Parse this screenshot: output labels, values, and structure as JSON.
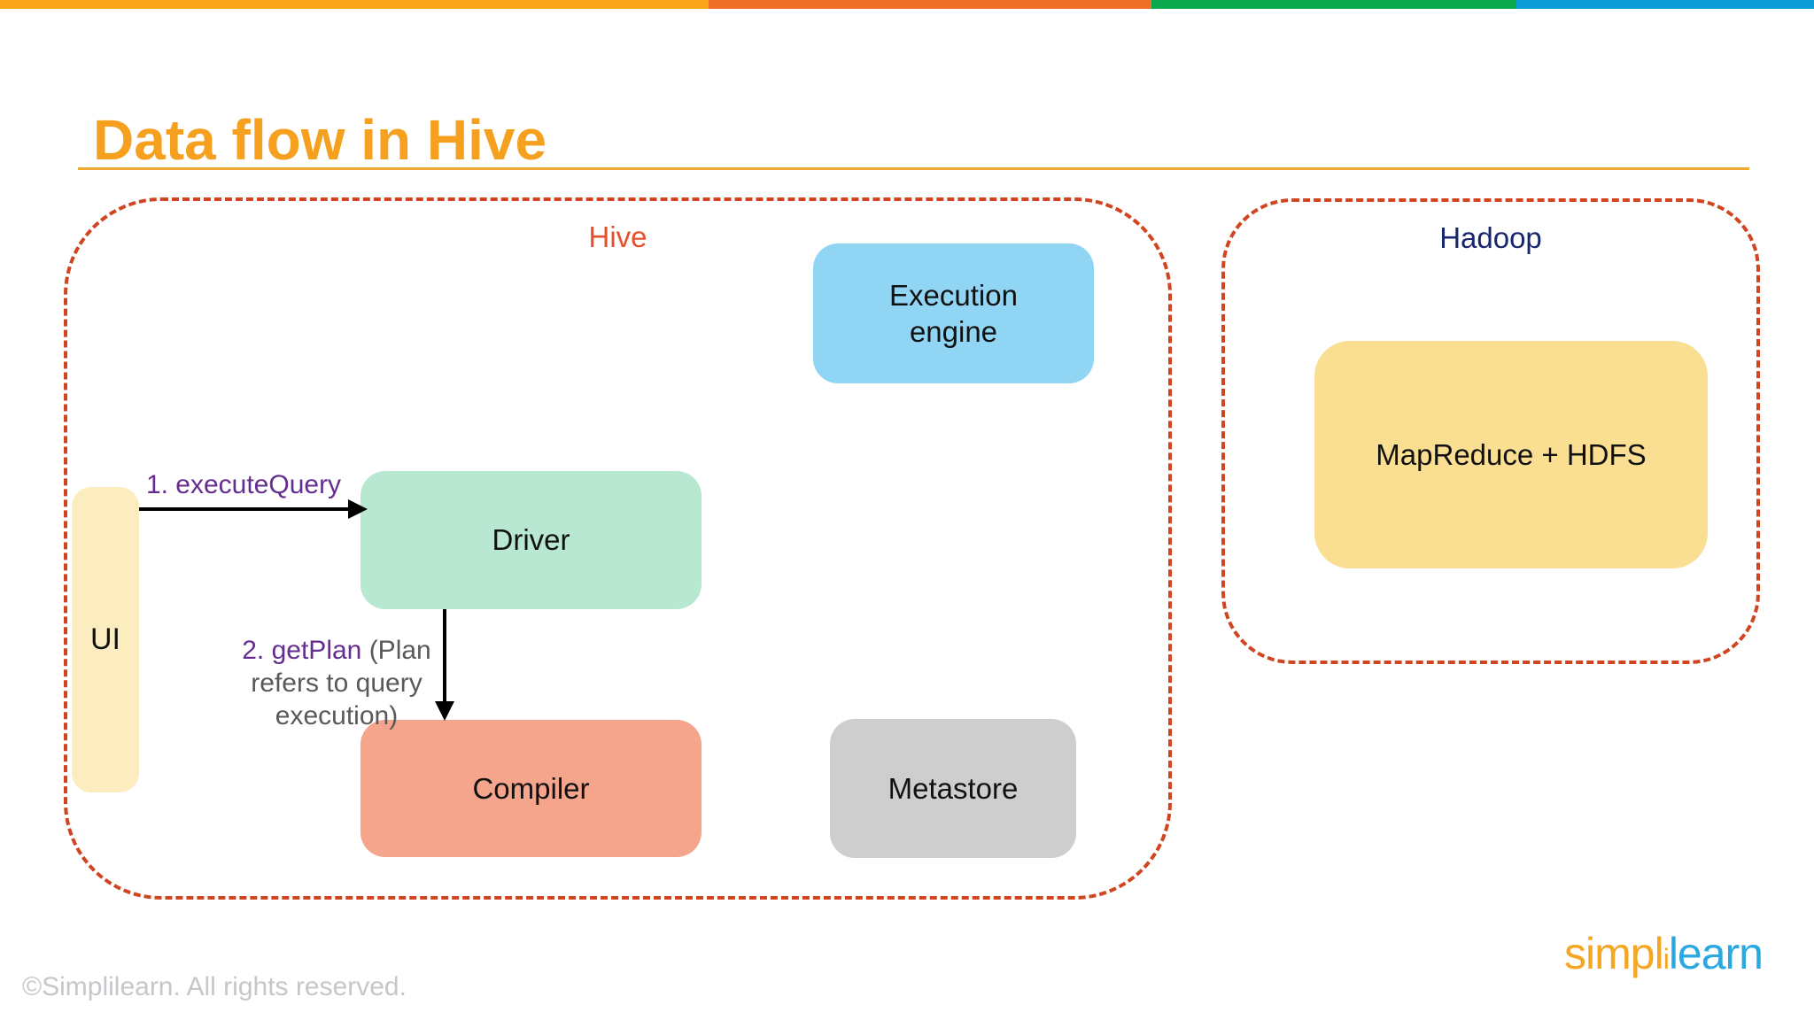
{
  "slide": {
    "title": "Data flow in Hive",
    "title_color": "#F5A01E",
    "copyright": "©Simplilearn. All rights reserved.",
    "top_bar_colors": [
      "#F9A61A",
      "#F0702A",
      "#0BA94E",
      "#0B9BD7"
    ]
  },
  "logo": {
    "part1": "simpl",
    "part2": "i",
    "part3": "learn",
    "orange": "#F5A623",
    "blue": "#29A9E0"
  },
  "diagram": {
    "hive_group": {
      "label": "Hive",
      "label_color": "#E8502D",
      "border_color": "#D0451F",
      "nodes": {
        "execution_engine": {
          "label": "Execution engine",
          "fill": "#90D5F3"
        },
        "ui": {
          "label": "UI",
          "fill": "#FCEDC0"
        },
        "driver": {
          "label": "Driver",
          "fill": "#B9E8D2"
        },
        "compiler": {
          "label": "Compiler",
          "fill": "#F6A58D"
        },
        "metastore": {
          "label": "Metastore",
          "fill": "#CECECE"
        }
      },
      "edges": [
        {
          "from": "UI",
          "to": "Driver",
          "label": "1. executeQuery",
          "label_color": "#652D90"
        },
        {
          "from": "Driver",
          "to": "Compiler",
          "label_highlight": "2. getPlan",
          "label_rest": " (Plan refers to query execution)",
          "highlight_color": "#652D90",
          "rest_color": "#595959"
        }
      ]
    },
    "hadoop_group": {
      "label": "Hadoop",
      "label_color": "#19266E",
      "border_color": "#D0451F",
      "nodes": {
        "mapreduce_hdfs": {
          "label": "MapReduce + HDFS",
          "fill": "#FADE92"
        }
      }
    }
  }
}
